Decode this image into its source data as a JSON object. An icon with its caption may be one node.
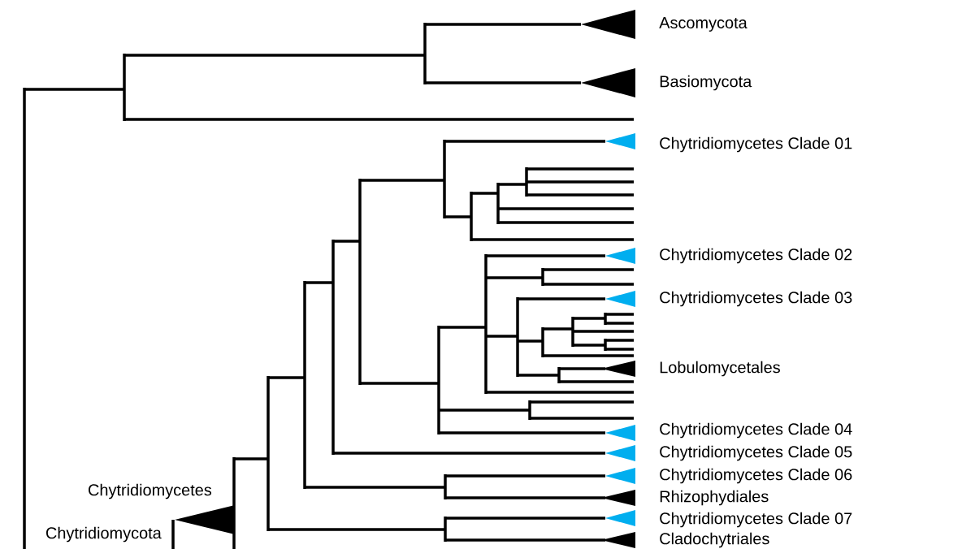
{
  "diagram": {
    "labels": [
      "Ascomycota",
      "Basiomycota",
      "Chytridiomycetes Clade 01",
      "Chytridiomycetes Clade 02",
      "Chytridiomycetes Clade 03",
      "Lobulomycetales",
      "Chytridiomycetes Clade 04",
      "Chytridiomycetes Clade 05",
      "Chytridiomycetes Clade 06",
      "Chytridiomycetes",
      "Rhizophydiales",
      "Chytridiomycetes Clade 07",
      "Chytridiomycota",
      "Cladochytriales"
    ]
  }
}
